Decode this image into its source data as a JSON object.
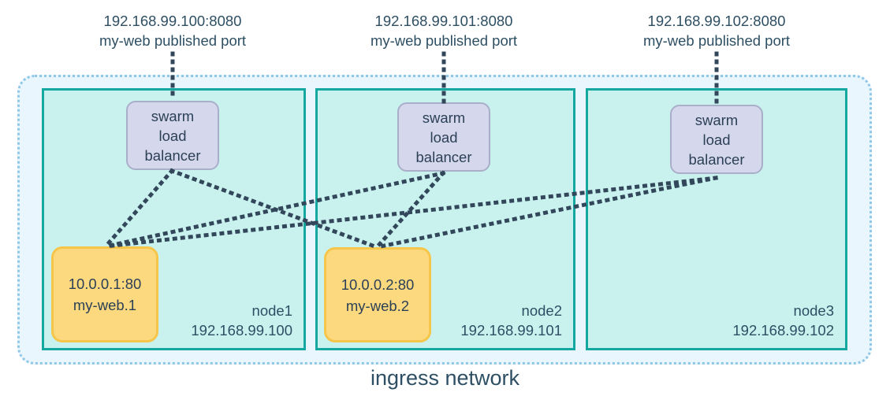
{
  "diagram": {
    "title": "ingress network",
    "colors": {
      "ingress_fill": "#eaf6fd",
      "ingress_border": "#8fc7e8",
      "node_fill": "#c9f2ef",
      "node_border": "#14a8a0",
      "loadbalancer_fill": "#d5d8ec",
      "loadbalancer_border": "#a9aec9",
      "task_fill": "#fcd97e",
      "task_border": "#f6c64b",
      "text": "#2e4f63",
      "link": "#33475b"
    }
  },
  "published_ports": [
    {
      "address": "192.168.99.100:8080",
      "description": "my-web published port"
    },
    {
      "address": "192.168.99.101:8080",
      "description": "my-web published port"
    },
    {
      "address": "192.168.99.102:8080",
      "description": "my-web published port"
    }
  ],
  "load_balancers": [
    {
      "line1": "swarm",
      "line2": "load",
      "line3": "balancer"
    },
    {
      "line1": "swarm",
      "line2": "load",
      "line3": "balancer"
    },
    {
      "line1": "swarm",
      "line2": "load",
      "line3": "balancer"
    }
  ],
  "nodes": [
    {
      "name": "node1",
      "ip": "192.168.99.100"
    },
    {
      "name": "node2",
      "ip": "192.168.99.101"
    },
    {
      "name": "node3",
      "ip": "192.168.99.102"
    }
  ],
  "tasks": [
    {
      "address": "10.0.0.1:80",
      "name": "my-web.1"
    },
    {
      "address": "10.0.0.2:80",
      "name": "my-web.2"
    }
  ]
}
